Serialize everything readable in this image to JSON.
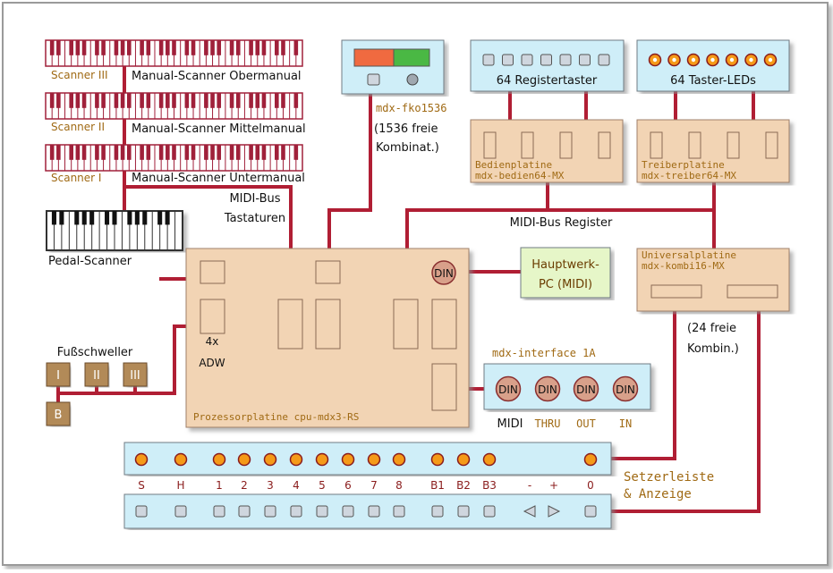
{
  "colors": {
    "wire": "#b01e34",
    "board_fill": "#f2d4b4",
    "board_stroke": "#a0806a",
    "panel_fill": "#cfeef8",
    "panel_stroke": "#707c84",
    "label_brown": "#a06a14",
    "led_fill": "#f59a18",
    "pc_fill": "#e6f6c8",
    "pc_text": "#6a3c00",
    "switch_fill": "#b28a58"
  },
  "keyboards": {
    "scanner3": "Scanner III",
    "manual3": "Manual-Scanner Obermanual",
    "scanner2": "Scanner II",
    "manual2": "Manual-Scanner Mittelmanual",
    "scanner1": "Scanner I",
    "manual1": "Manual-Scanner Untermanual",
    "pedal": "Pedal-Scanner"
  },
  "bus": {
    "midi_bus_line1": "MIDI-Bus",
    "midi_bus_line2": "Tastaturen",
    "register_bus": "MIDI-Bus Register"
  },
  "fko": {
    "name": "mdx-fko1536",
    "note_line1": "(1536 freie",
    "note_line2": "Kombinat.)"
  },
  "register_panel": {
    "label": "64 Registertaster"
  },
  "led_panel": {
    "label": "64 Taster-LEDs"
  },
  "bedien": {
    "line1": "Bedienplatine",
    "line2": "mdx-bedien64-MX"
  },
  "treiber": {
    "line1": "Treiberplatine",
    "line2": "mdx-treiber64-MX"
  },
  "universal": {
    "line1": "Universalplatine",
    "line2": "mdx-kombi16-MX",
    "note_line1": "(24 freie",
    "note_line2": "Kombin.)"
  },
  "pc": {
    "line1": "Hauptwerk-",
    "line2": "PC (MIDI)"
  },
  "cpu": {
    "label": "Prozessorplatine cpu-mdx3-RS",
    "adw_line1": "4x",
    "adw_line2": "ADW",
    "din": "DIN"
  },
  "interface": {
    "label": "mdx-interface 1A",
    "din_labels": [
      "DIN",
      "DIN",
      "DIN",
      "DIN"
    ],
    "port_midi": "MIDI",
    "port_thru": "THRU",
    "port_out": "OUT",
    "port_in": "IN"
  },
  "swell": {
    "label": "Fußschweller",
    "pedals": [
      "I",
      "II",
      "III"
    ],
    "b_pedal": "B"
  },
  "setzer": {
    "labels": [
      "S",
      "H",
      "1",
      "2",
      "3",
      "4",
      "5",
      "6",
      "7",
      "8",
      "B1",
      "B2",
      "B3",
      "-",
      "+",
      "0"
    ],
    "title_line1": "Setzerleiste",
    "title_line2": "& Anzeige"
  }
}
